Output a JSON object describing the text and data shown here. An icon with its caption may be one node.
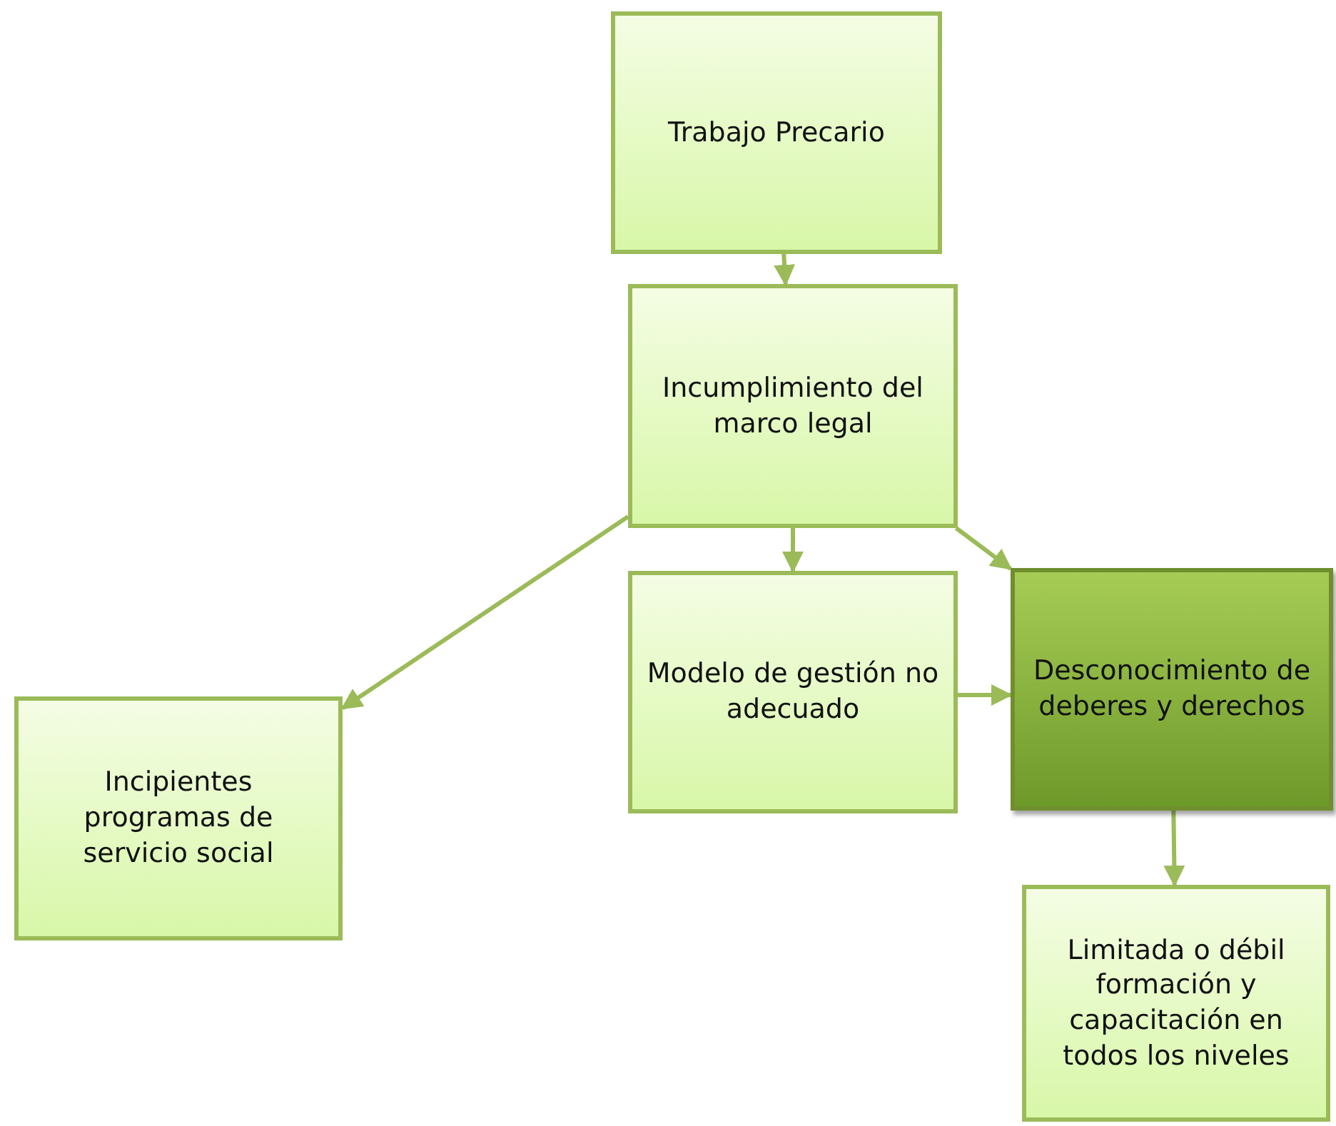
{
  "diagram": {
    "nodes": [
      {
        "text": [
          "Trabajo Precario"
        ]
      },
      {
        "text": [
          "Incumplimiento del marco legal"
        ]
      },
      {
        "text": [
          "Modelo de gestión no adecuado"
        ]
      },
      {
        "text": [
          "Desconocimiento de deberes y derechos"
        ]
      },
      {
        "text": [
          "Incipientes programas de servicio social"
        ]
      },
      {
        "text": [
          "Limitada o débil formación y capacitación en todos los niveles"
        ]
      }
    ],
    "edges": [
      {
        "from": 0,
        "to": 1,
        "arrow": "to"
      },
      {
        "from": 1,
        "to": 4,
        "arrow": "to"
      },
      {
        "from": 1,
        "to": 2,
        "arrow": "to"
      },
      {
        "from": 1,
        "to": 3,
        "arrow": "to"
      },
      {
        "from": 2,
        "to": 3,
        "arrow": "to"
      },
      {
        "from": 3,
        "to": 5,
        "arrow": "to"
      }
    ]
  }
}
